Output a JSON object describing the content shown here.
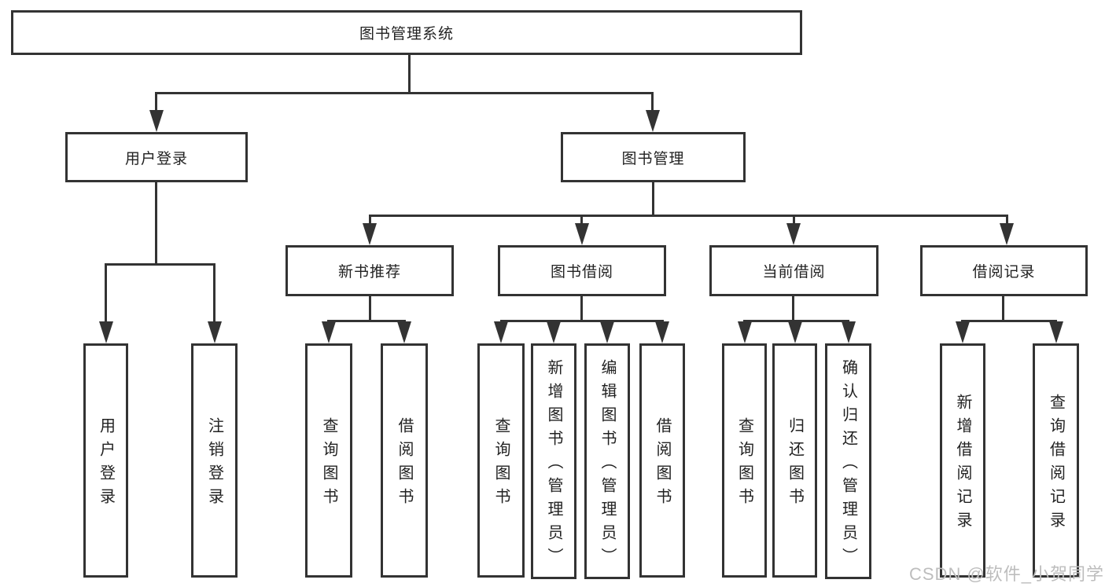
{
  "tree": {
    "root": {
      "label": "图书管理系统"
    },
    "children": [
      {
        "label": "用户登录",
        "children": [
          {
            "label": "用户登录"
          },
          {
            "label": "注销登录"
          }
        ]
      },
      {
        "label": "图书管理",
        "children": [
          {
            "label": "新书推荐",
            "children": [
              {
                "label": "查询图书"
              },
              {
                "label": "借阅图书"
              }
            ]
          },
          {
            "label": "图书借阅",
            "children": [
              {
                "label": "查询图书"
              },
              {
                "label": "新增图书（管理员）"
              },
              {
                "label": "编辑图书（管理员）"
              },
              {
                "label": "借阅图书"
              }
            ]
          },
          {
            "label": "当前借阅",
            "children": [
              {
                "label": "查询图书"
              },
              {
                "label": "归还图书"
              },
              {
                "label": "确认归还（管理员）"
              }
            ]
          },
          {
            "label": "借阅记录",
            "children": [
              {
                "label": "新增借阅记录"
              },
              {
                "label": "查询借阅记录"
              }
            ]
          }
        ]
      }
    ]
  },
  "watermark": {
    "text": "CSDN @软件_小贺同学"
  },
  "colors": {
    "line": "#333333",
    "text": "#222222",
    "background": "#ffffff",
    "watermark": "#bdbdbd"
  }
}
